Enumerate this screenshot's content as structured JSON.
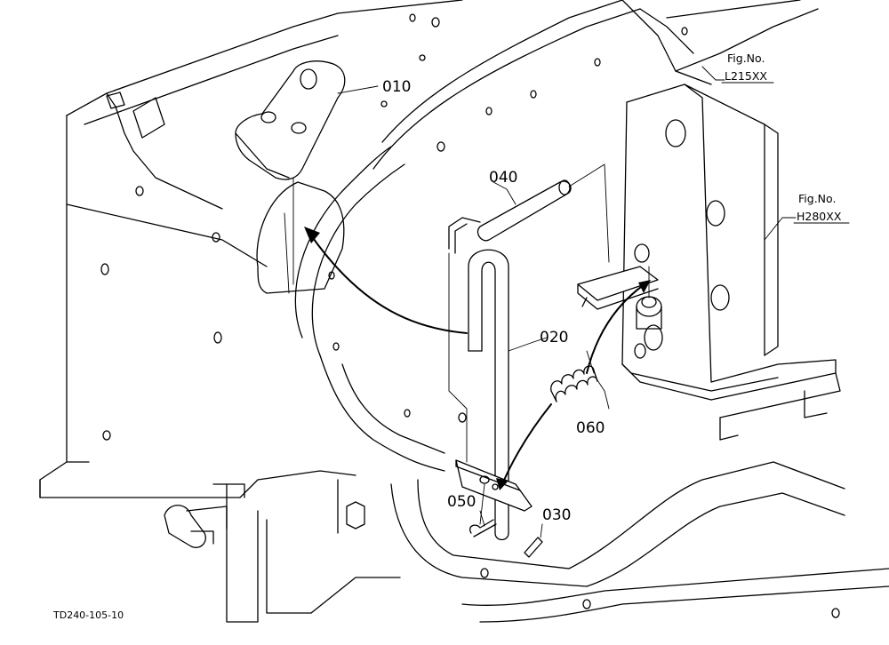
{
  "callouts": {
    "p010": "010",
    "p020": "020",
    "p030": "030",
    "p040": "040",
    "p050": "050",
    "p060": "060"
  },
  "figure_refs": {
    "ref1_label": "Fig.No.",
    "ref1_code": "L215XX",
    "ref2_label": "Fig.No.",
    "ref2_code": "H280XX"
  },
  "drawing_code": "TD240-105-10"
}
